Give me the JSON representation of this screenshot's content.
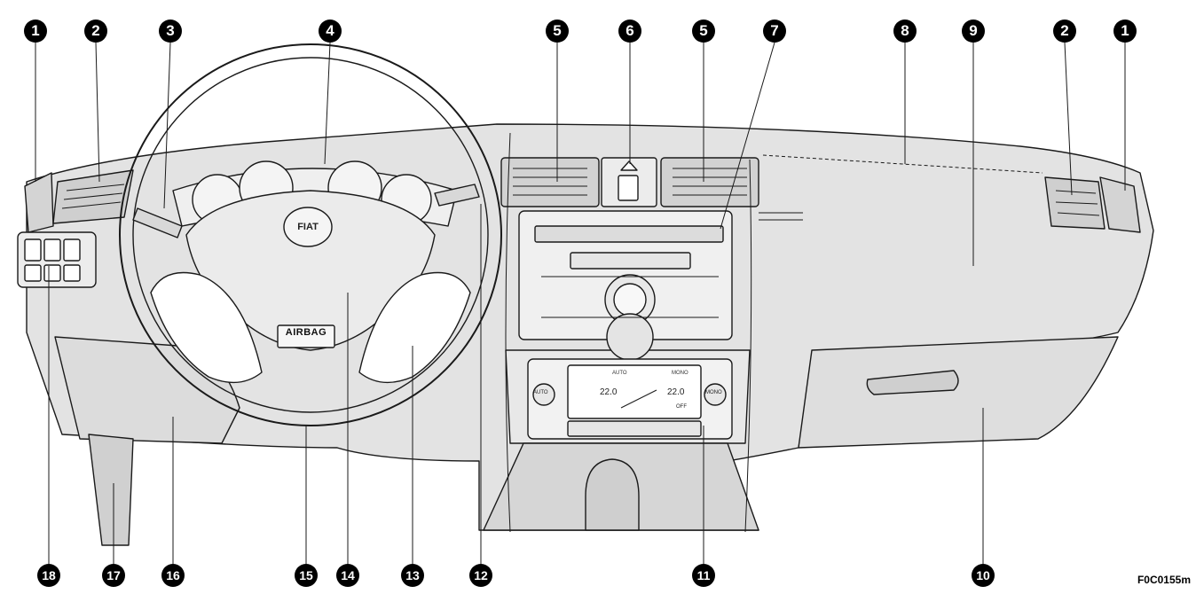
{
  "figure_code": "F0C0155m",
  "callouts_top": [
    "1",
    "2",
    "3",
    "4",
    "5",
    "6",
    "5",
    "7",
    "8",
    "9",
    "2",
    "1"
  ],
  "callouts_bottom": [
    "18",
    "17",
    "16",
    "15",
    "14",
    "13",
    "12",
    "11",
    "10"
  ],
  "panel_text": {
    "airbag": "AIRBAG",
    "logo": "FIAT",
    "lcd_auto": "AUTO",
    "lcd_mono": "MONO",
    "lcd_temp_left": "22.0",
    "lcd_temp_right": "22.0",
    "btn_auto": "AUTO",
    "btn_mono": "MONO",
    "btn_off": "OFF"
  },
  "colors": {
    "fill": "#e3e3e3",
    "line": "#1a1a1a",
    "callout": "#000000"
  }
}
